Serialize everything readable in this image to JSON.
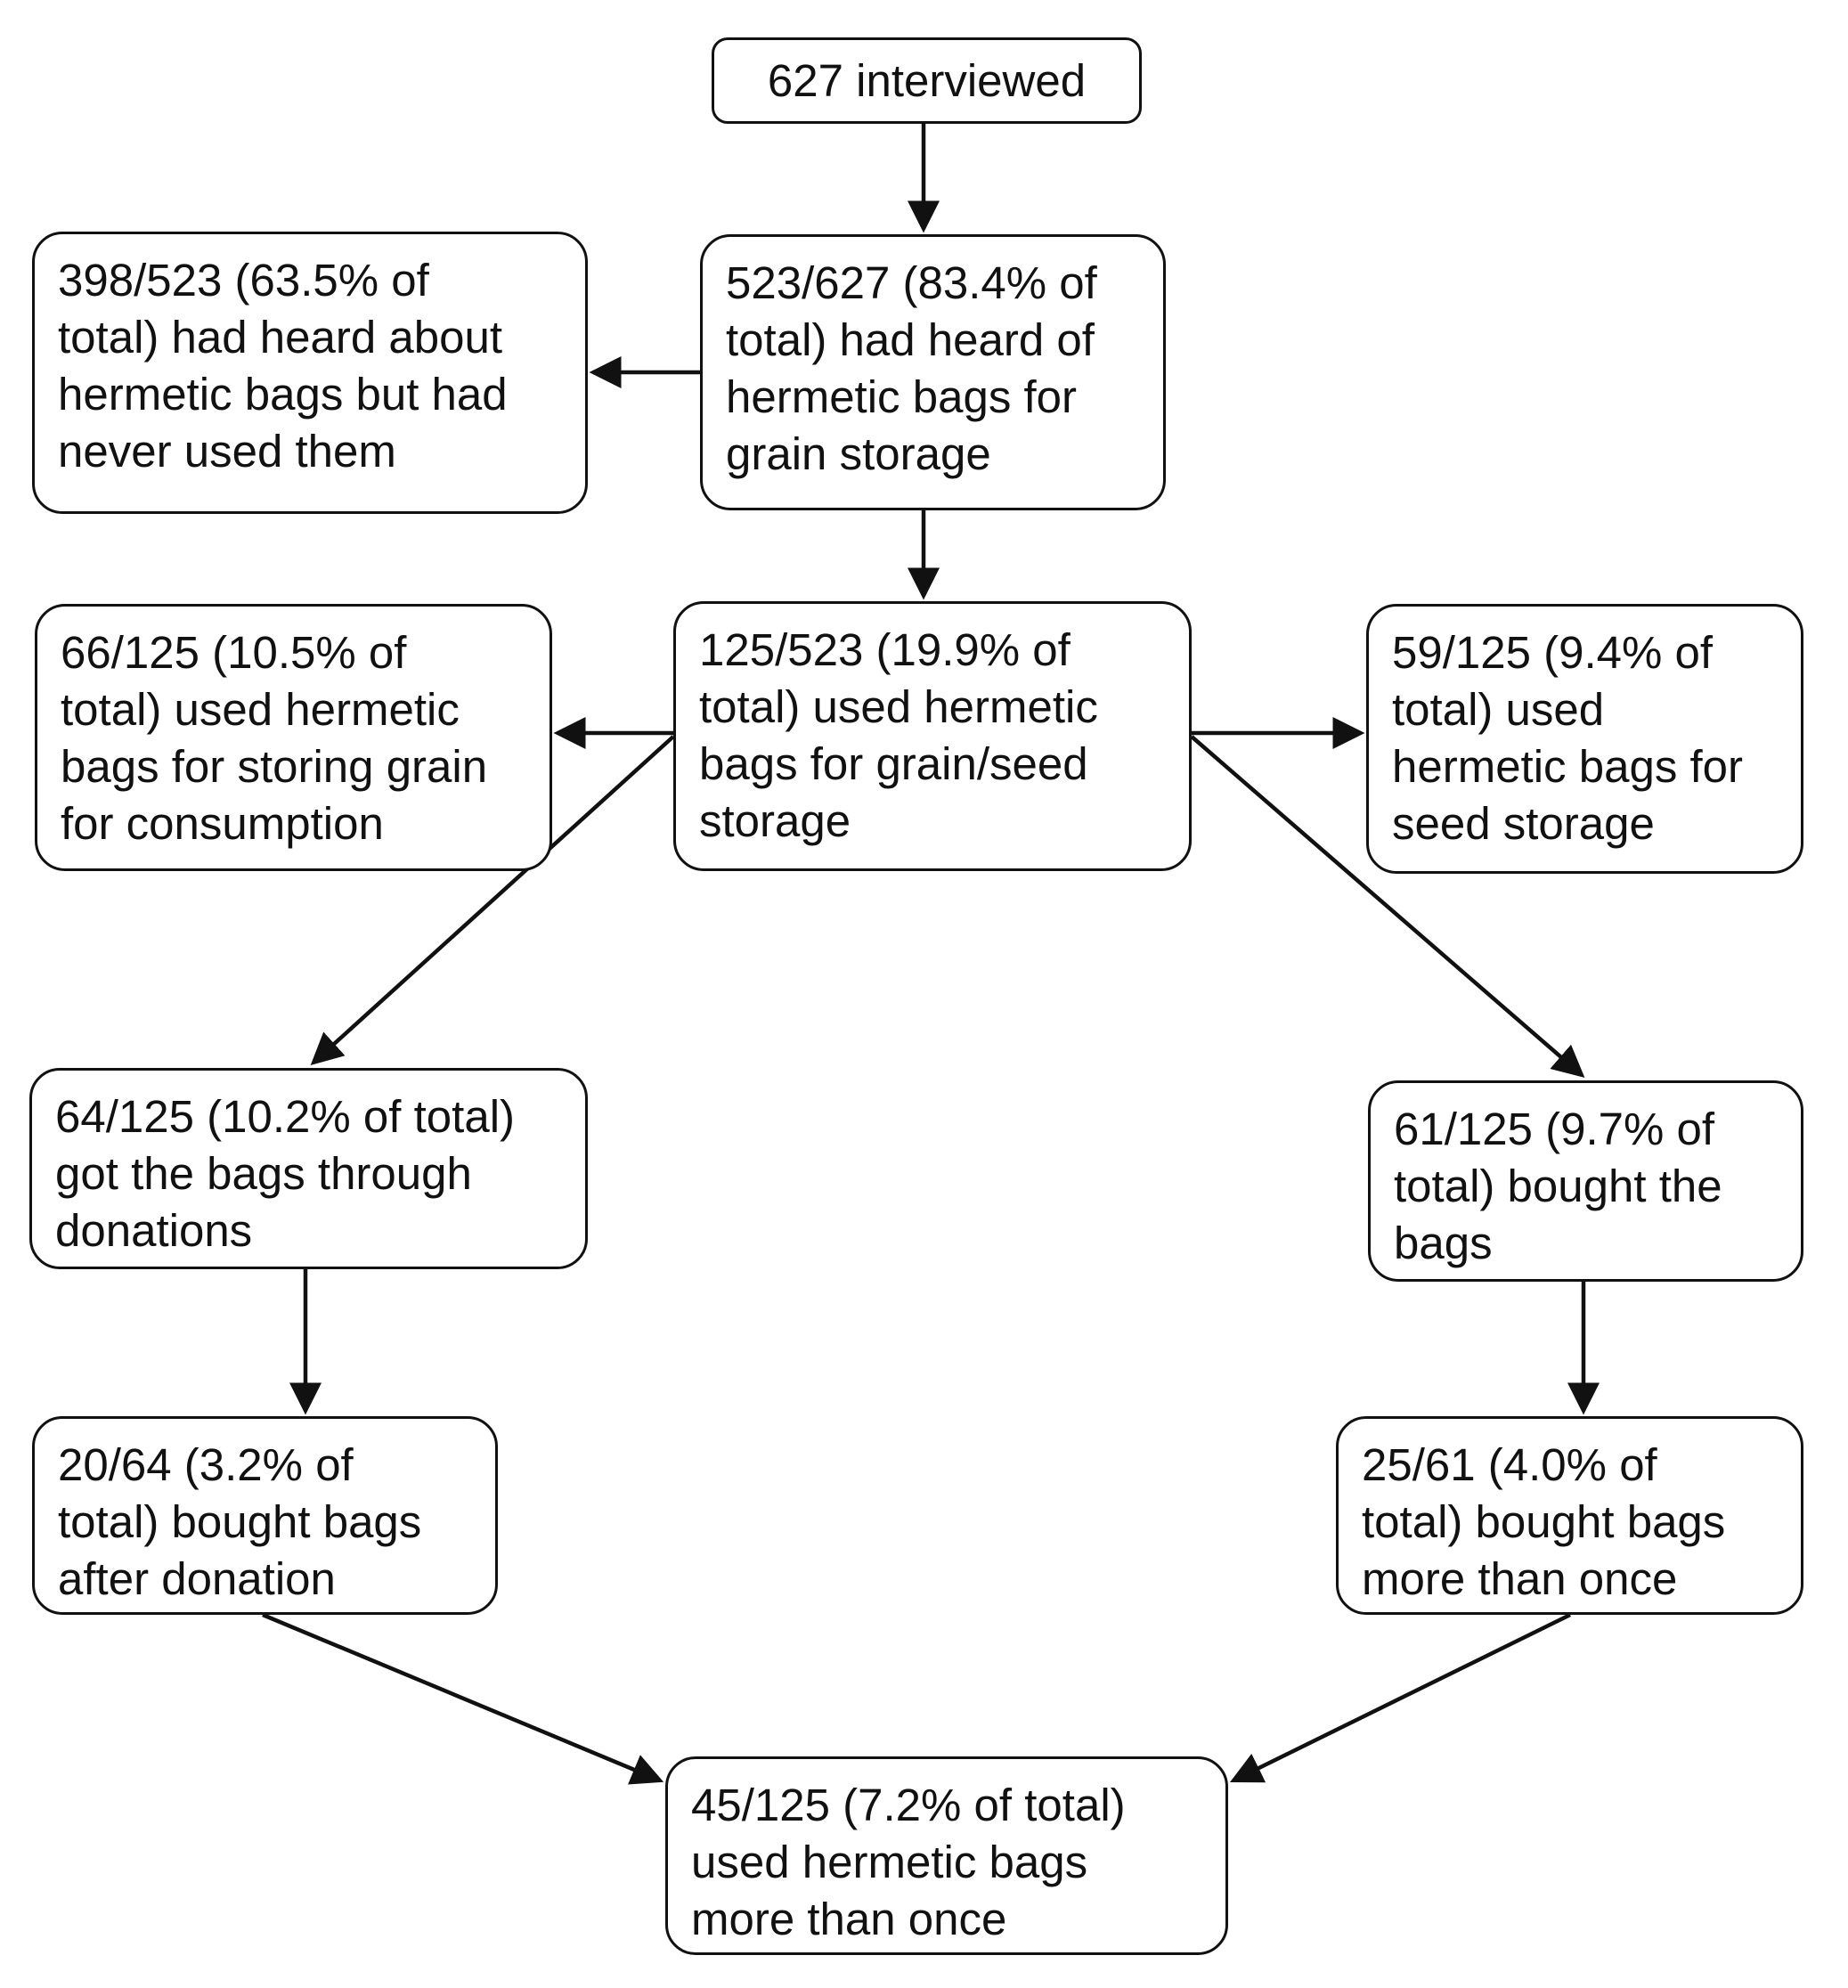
{
  "flowchart": {
    "nodes": {
      "interviewed": "627 interviewed",
      "heard": "523/627 (83.4% of\ntotal) had heard of\nhermetic bags for\ngrain storage",
      "never_used": "398/523 (63.5% of\ntotal) had heard about\nhermetic bags but had\nnever used them",
      "used": "125/523 (19.9% of\ntotal) used hermetic\nbags for grain/seed\nstorage",
      "consumption": "66/125 (10.5% of\ntotal) used hermetic\nbags for storing grain\nfor consumption",
      "seed": "59/125 (9.4% of\ntotal) used\nhermetic bags for\nseed storage",
      "donations": "64/125 (10.2% of total)\ngot the bags through\ndonations",
      "bought": "61/125 (9.7% of\ntotal) bought the\nbags",
      "after_donation": "20/64 (3.2% of\ntotal) bought bags\nafter donation",
      "bought_more": "25/61 (4.0% of\ntotal) bought bags\nmore than once",
      "used_more": "45/125 (7.2% of total)\nused hermetic bags\nmore than once"
    },
    "edges": [
      {
        "from": "interviewed",
        "to": "heard"
      },
      {
        "from": "heard",
        "to": "never_used"
      },
      {
        "from": "heard",
        "to": "used"
      },
      {
        "from": "used",
        "to": "consumption"
      },
      {
        "from": "used",
        "to": "seed"
      },
      {
        "from": "used",
        "to": "donations"
      },
      {
        "from": "used",
        "to": "bought"
      },
      {
        "from": "donations",
        "to": "after_donation"
      },
      {
        "from": "bought",
        "to": "bought_more"
      },
      {
        "from": "after_donation",
        "to": "used_more"
      },
      {
        "from": "bought_more",
        "to": "used_more"
      }
    ],
    "line_color": "#111111"
  }
}
